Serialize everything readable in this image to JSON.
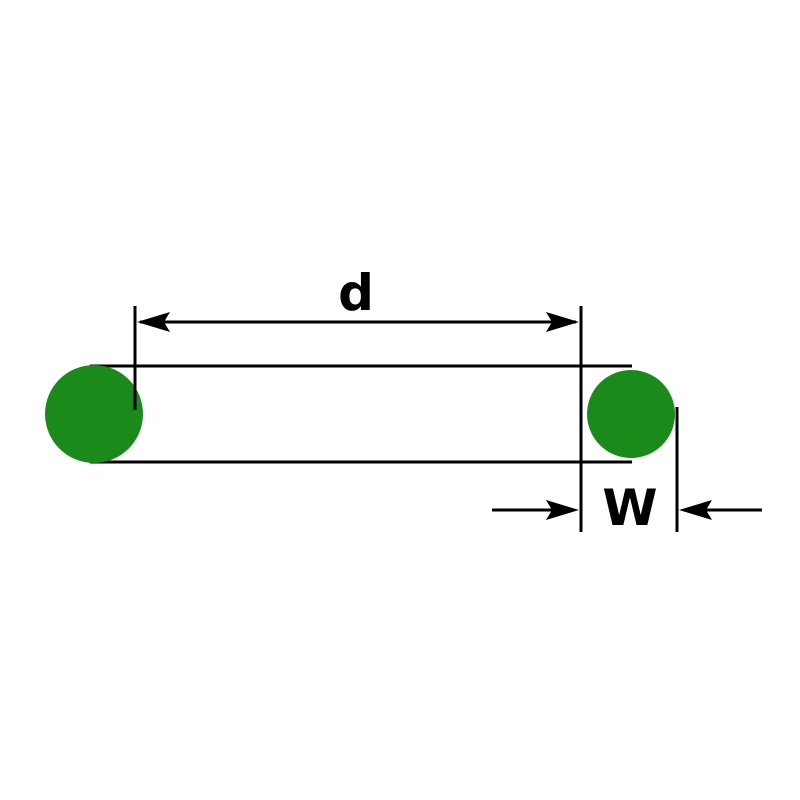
{
  "diagram": {
    "type": "o-ring-dimension-drawing",
    "labels": {
      "inner_diameter": "d",
      "cross_section_width": "W"
    },
    "colors": {
      "oring_fill": "#1a8a1a",
      "line": "#000000",
      "background": "#ffffff"
    }
  }
}
